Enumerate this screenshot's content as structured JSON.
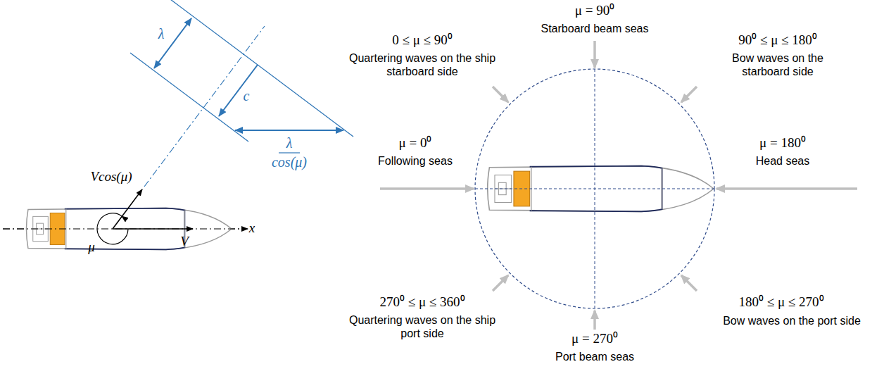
{
  "diagram": {
    "labels": [
      "λ",
      "c",
      "λ",
      "cos(μ)",
      "Vcos(μ)",
      "μ",
      "V",
      "x",
      "μ = 90⁰",
      "Starboard beam seas",
      "0 ≤ μ ≤ 90⁰",
      "Quartering waves on the ship starboard side",
      "90⁰ ≤ μ ≤ 180⁰",
      "Bow waves on the starboard side",
      "μ = 0⁰",
      "Following seas",
      "μ = 180⁰",
      "Head seas",
      "270⁰ ≤ μ ≤ 360⁰",
      "Quartering waves on the ship port side",
      "180⁰ ≤ μ ≤ 270⁰",
      "Bow waves on the port side",
      "μ = 270⁰",
      "Port beam seas"
    ]
  }
}
